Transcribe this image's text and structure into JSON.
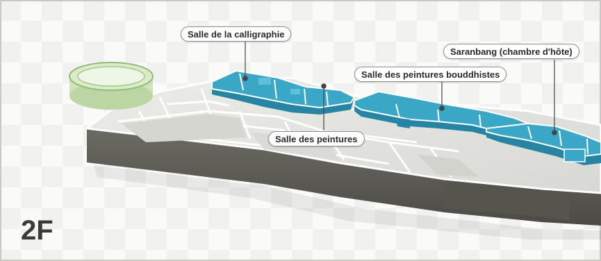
{
  "floor": {
    "title": "2F"
  },
  "labels": {
    "calligraphy": "Salle de la calligraphie",
    "paintings": "Salle des peintures",
    "buddhist": "Salle des peintures bouddhistes",
    "saranbang": "Saranbang (chambre d'hôte)"
  },
  "colors": {
    "highlight_room": "#3aa7c6",
    "highlight_room_side": "#2585a2",
    "floor_surface": "#e2e2de",
    "building_wall": "#5e5d55",
    "rotunda": "#bcd9a4",
    "background": "#ffffff"
  }
}
